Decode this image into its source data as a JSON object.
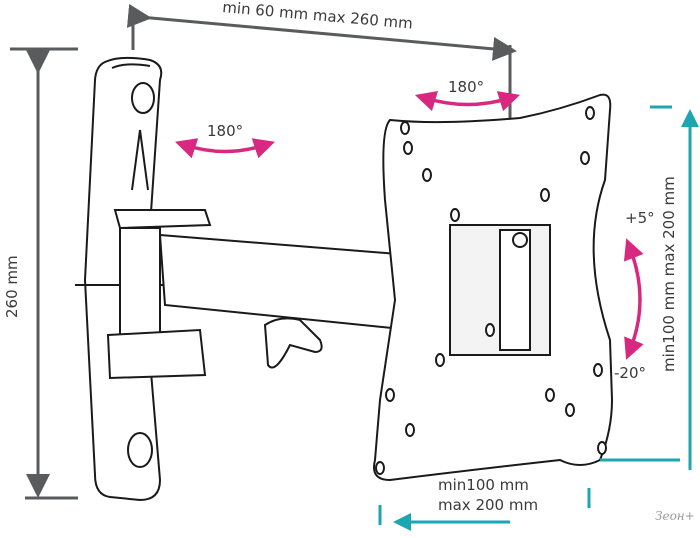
{
  "labels": {
    "arm_extension": "min 60 mm max 260 mm",
    "wall_height": "260 mm",
    "swivel_wall": "180°",
    "swivel_plate": "180°",
    "tilt_up": "+5°",
    "tilt_down": "-20°",
    "vesa_vertical": "min100 mm max 200 mm",
    "vesa_horizontal_min": "min100 mm",
    "vesa_horizontal_max": "max 200 mm"
  },
  "watermark": "Зеон+",
  "colors": {
    "dimension": "#5a5b5d",
    "vesa": "#1ba6b1",
    "rotation": "#d8287f",
    "outline": "#1a1a1a"
  }
}
